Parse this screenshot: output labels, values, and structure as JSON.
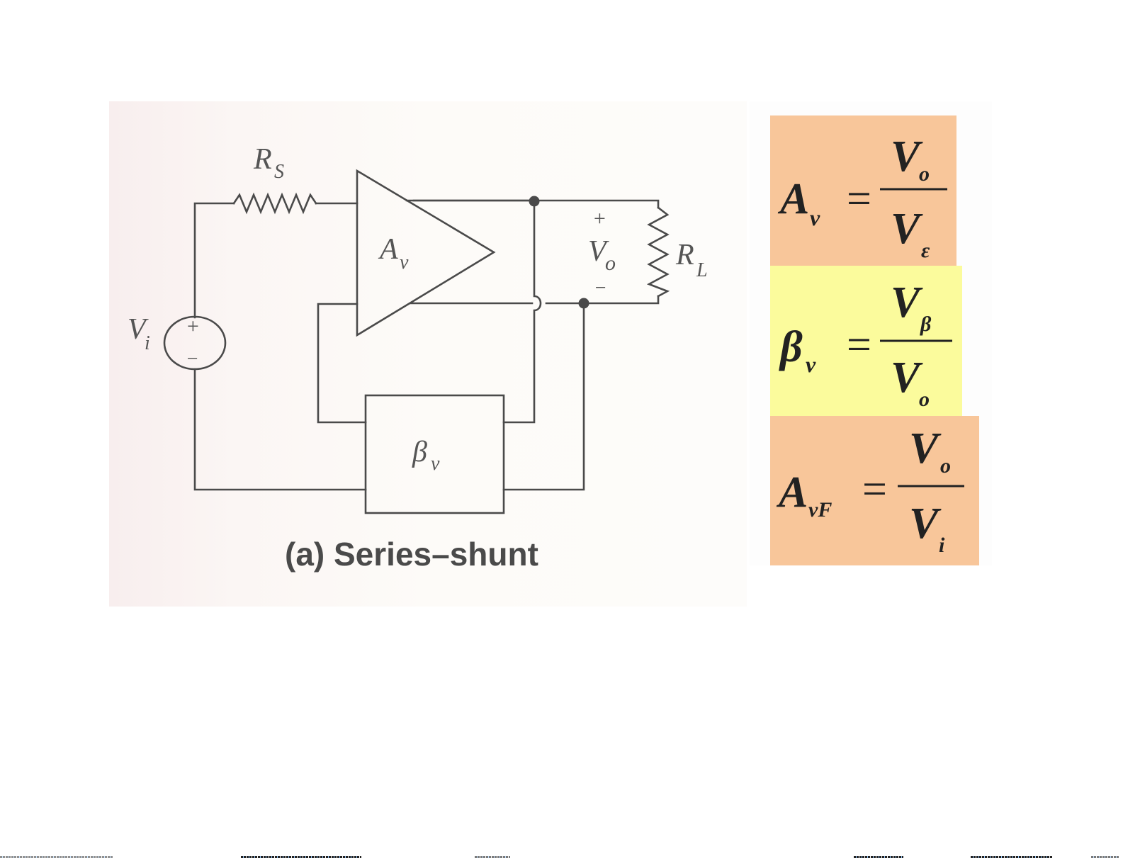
{
  "circuit": {
    "caption": "(a) Series–shunt",
    "source_resistor": {
      "symbol": "R",
      "subscript": "S"
    },
    "load_resistor": {
      "symbol": "R",
      "subscript": "L"
    },
    "input_source": {
      "symbol": "V",
      "subscript": "i",
      "plus": "+",
      "minus": "−"
    },
    "output_voltage": {
      "symbol": "V",
      "subscript": "o",
      "plus": "+",
      "minus": "−"
    },
    "amplifier": {
      "symbol": "A",
      "subscript": "v"
    },
    "feedback_network": {
      "symbol": "β",
      "subscript": "v"
    }
  },
  "formulas": [
    {
      "lhs_symbol": "A",
      "lhs_sub": "v",
      "equals": "=",
      "num_symbol": "V",
      "num_sub": "o",
      "den_symbol": "V",
      "den_sub": "ε",
      "color": "#f8c69a"
    },
    {
      "lhs_symbol": "β",
      "lhs_sub": "v",
      "equals": "=",
      "num_symbol": "V",
      "num_sub": "β",
      "den_symbol": "V",
      "den_sub": "o",
      "color": "#fbfb9c"
    },
    {
      "lhs_symbol": "A",
      "lhs_sub": "vF",
      "equals": "=",
      "num_symbol": "V",
      "num_sub": "o",
      "den_symbol": "V",
      "den_sub": "i",
      "color": "#f8c69a"
    }
  ],
  "colors": {
    "formula_orange": "#f8c69a",
    "formula_yellow": "#fbfb9c",
    "wire": "#4a4a4a"
  }
}
